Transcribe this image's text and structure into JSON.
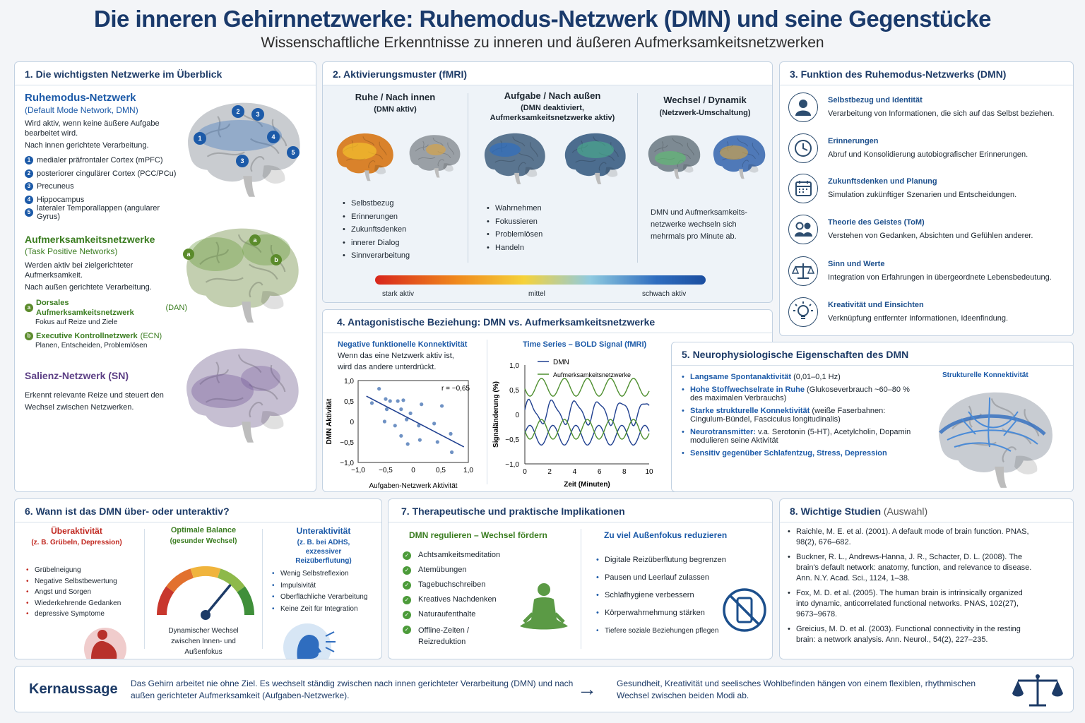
{
  "header": {
    "title": "Die inneren Gehirnnetzwerke: Ruhemodus-Netzwerk (DMN) und seine Gegenstücke",
    "subtitle": "Wissenschaftliche Erkenntnisse zu inneren und äußeren Aufmerksamkeitsnetzwerken"
  },
  "s1": {
    "heading": "1. Die wichtigsten Netzwerke im Überblick",
    "dmn": {
      "title": "Ruhemodus-Netzwerk",
      "subtitle": "(Default Mode Network, DMN)",
      "desc1": "Wird aktiv, wenn keine äußere Aufgabe bearbeitet wird.",
      "desc2": "Nach innen gerichtete Verarbeitung.",
      "items": [
        {
          "n": "1",
          "label": "medialer präfrontaler Cortex (mPFC)"
        },
        {
          "n": "2",
          "label": "posteriorer cingulärer Cortex (PCC/PCu)"
        },
        {
          "n": "3",
          "label": "Precuneus"
        },
        {
          "n": "4",
          "label": "Hippocampus"
        },
        {
          "n": "5",
          "label": "lateraler Temporallappen (angularer Gyrus)"
        }
      ]
    },
    "tpn": {
      "title": "Aufmerksamkeitsnetzwerke",
      "subtitle": "(Task Positive Networks)",
      "desc1": "Werden aktiv bei zielgerichteter Aufmerksamkeit.",
      "desc2": "Nach außen gerichtete Verarbeitung.",
      "a_label": "Dorsales Aufmerksamkeitsnetzwerk",
      "a_abbr": "(DAN)",
      "a_sub": "Fokus auf Reize und Ziele",
      "b_label": "Executive Kontrollnetzwerk",
      "b_abbr": "(ECN)",
      "b_sub": "Planen, Entscheiden, Problemlösen"
    },
    "sn": {
      "title": "Salienz-Netzwerk (SN)",
      "desc": "Erkennt relevante Reize und steuert den Wechsel zwischen Netzwerken."
    }
  },
  "s2": {
    "heading": "2. Aktivierungsmuster (fMRI)",
    "cols": [
      {
        "title": "Ruhe / Nach innen",
        "sub": "(DMN aktiv)",
        "items": [
          "Selbstbezug",
          "Erinnerungen",
          "Zukunftsdenken",
          "innerer Dialog",
          "Sinnverarbeitung"
        ]
      },
      {
        "title": "Aufgabe / Nach außen",
        "sub": "(DMN deaktiviert,",
        "sub2": "Aufmerksamkeitsnetzwerke aktiv)",
        "items": [
          "Wahrnehmen",
          "Fokussieren",
          "Problemlösen",
          "Handeln"
        ]
      },
      {
        "title": "Wechsel / Dynamik",
        "sub": "(Netzwerk-Umschaltung)",
        "text": "DMN und Aufmerksamkeits-netzwerke wechseln sich mehrmals pro Minute ab."
      }
    ],
    "legend": {
      "high": "stark aktiv",
      "mid": "mittel",
      "low": "schwach aktiv"
    }
  },
  "s3": {
    "heading": "3. Funktion des Ruhemodus-Netzwerks (DMN)",
    "items": [
      {
        "icon": "person-icon",
        "title": "Selbstbezug und Identität",
        "text": "Verarbeitung von Informationen, die sich auf das Selbst beziehen."
      },
      {
        "icon": "clock-icon",
        "title": "Erinnerungen",
        "text": "Abruf und Konsolidierung autobiografischer Erinnerungen."
      },
      {
        "icon": "calendar-icon",
        "title": "Zukunftsdenken und Planung",
        "text": "Simulation zukünftiger Szenarien und Entscheidungen."
      },
      {
        "icon": "people-icon",
        "title": "Theorie des Geistes (ToM)",
        "text": "Verstehen von Gedanken, Absichten und Gefühlen anderer."
      },
      {
        "icon": "scales-icon",
        "title": "Sinn und Werte",
        "text": "Integration von Erfahrungen in übergeordnete Lebensbedeutung."
      },
      {
        "icon": "lightbulb-icon",
        "title": "Kreativität und Einsichten",
        "text": "Verknüpfung entfernter Informationen, Ideenfindung."
      }
    ]
  },
  "s4": {
    "heading": "4. Antagonistische Beziehung: DMN vs. Aufmerksamkeitsnetzwerke",
    "scatter_title": "Negative funktionelle Konnektivität",
    "scatter_desc1": "Wenn das eine Netzwerk aktiv ist,",
    "scatter_desc2": "wird das andere unterdrückt.",
    "ts_title": "Time Series – BOLD Signal (fMRI)"
  },
  "chart_data": [
    {
      "type": "scatter",
      "title": "",
      "annotation": "r = −0,65",
      "xlabel": "Aufgaben-Netzwerk Aktivität",
      "ylabel": "DMN Aktivität",
      "xlim": [
        -1,
        1
      ],
      "ylim": [
        -1,
        1
      ],
      "xticks": [
        "−1,0",
        "−0,5",
        "0",
        "0,5",
        "1,0"
      ],
      "yticks": [
        "1,0",
        "0,5",
        "0",
        "−0,5",
        "−1,0"
      ],
      "points": [
        [
          -0.62,
          0.8
        ],
        [
          -0.75,
          0.45
        ],
        [
          -0.5,
          0.55
        ],
        [
          -0.42,
          0.5
        ],
        [
          -0.28,
          0.5
        ],
        [
          -0.18,
          0.52
        ],
        [
          -0.48,
          0.3
        ],
        [
          -0.22,
          0.3
        ],
        [
          -0.05,
          0.2
        ],
        [
          0.15,
          0.42
        ],
        [
          0.52,
          0.38
        ],
        [
          -0.52,
          0.0
        ],
        [
          -0.33,
          -0.1
        ],
        [
          -0.12,
          0.05
        ],
        [
          0.1,
          -0.1
        ],
        [
          0.38,
          -0.05
        ],
        [
          -0.22,
          -0.35
        ],
        [
          0.12,
          -0.45
        ],
        [
          0.44,
          -0.5
        ],
        [
          -0.1,
          -0.55
        ],
        [
          0.68,
          -0.3
        ],
        [
          0.7,
          -0.75
        ]
      ],
      "trend": [
        [
          -0.85,
          0.62
        ],
        [
          0.92,
          -0.62
        ]
      ]
    },
    {
      "type": "line",
      "title": "Time Series – BOLD Signal (fMRI)",
      "xlabel": "Zeit (Minuten)",
      "ylabel": "Signaländerung (%)",
      "xlim": [
        0,
        10
      ],
      "ylim": [
        -1,
        1
      ],
      "xticks": [
        "0",
        "2",
        "4",
        "6",
        "8",
        "10"
      ],
      "yticks": [
        "1,0",
        "0,5",
        "0",
        "−0,5",
        "−1,0"
      ],
      "legend": "top-left",
      "series": [
        {
          "name": "DMN",
          "color": "#1f3f8f"
        },
        {
          "name": "Aufmerksamkeitsnetzwerke",
          "color": "#4e8f2f"
        }
      ]
    }
  ],
  "s5": {
    "heading": "5. Neurophysiologische Eigenschaften des DMN",
    "items": [
      {
        "b": "Langsame Spontanaktivität",
        "t": " (0,01–0,1 Hz)"
      },
      {
        "b": "Hohe Stoffwechselrate in Ruhe",
        "t": " (Glukoseverbrauch ~60–80 % des maximalen Verbrauchs)"
      },
      {
        "b": "Starke strukturelle Konnektivität",
        "t": " (weiße Faserbahnen: Cingulum-Bündel, Fasciculus longitudinalis)"
      },
      {
        "b": "Neurotransmitter:",
        "t": " v.a. Serotonin (5-HT), Acetylcholin, Dopamin modulieren seine Aktivität"
      },
      {
        "b": "Sensitiv gegenüber Schlafentzug, Stress, Depression",
        "t": ""
      }
    ],
    "brain_label": "Strukturelle Konnektivität"
  },
  "s6": {
    "heading": "6. Wann ist das DMN über- oder unteraktiv?",
    "over": {
      "title": "Überaktivität",
      "sub": "(z. B. Grübeln, Depression)",
      "items": [
        "Grübelneigung",
        "Negative Selbstbewertung",
        "Angst und Sorgen",
        "Wiederkehrende Gedanken",
        "depressive Symptome"
      ]
    },
    "balance": {
      "title": "Optimale Balance",
      "sub": "(gesunder Wechsel)",
      "caption": "Dynamischer Wechsel zwischen Innen- und Außenfokus",
      "needle": 0.72
    },
    "under": {
      "title": "Unteraktivität",
      "sub": "(z. B. bei ADHS, exzessiver Reizüberflutung)",
      "items": [
        "Wenig Selbstreflexion",
        "Impulsivität",
        "Oberflächliche Verarbeitung",
        "Keine Zeit für Integration"
      ]
    }
  },
  "s7": {
    "heading": "7. Therapeutische und praktische Implikationen",
    "left_title": "DMN regulieren – Wechsel fördern",
    "left_items": [
      "Achtsamkeitsmeditation",
      "Atemübungen",
      "Tagebuchschreiben",
      "Kreatives Nachdenken",
      "Naturaufenthalte",
      "Offline-Zeiten / Reizreduktion"
    ],
    "right_title": "Zu viel Außenfokus reduzieren",
    "right_items": [
      "Digitale Reizüberflutung begrenzen",
      "Pausen und Leerlauf zulassen",
      "Schlafhygiene verbessern",
      "Körperwahrnehmung stärken",
      "Tiefere soziale Beziehungen pflegen"
    ]
  },
  "s8": {
    "heading": "8. Wichtige Studien",
    "heading_note": "(Auswahl)",
    "refs": [
      "Raichle, M. E. et al. (2001). A default mode of brain function. PNAS, 98(2), 676–682.",
      "Buckner, R. L., Andrews-Hanna, J. R., Schacter, D. L. (2008). The brain's default network: anatomy, function, and relevance to disease. Ann. N.Y. Acad. Sci., 1124, 1–38.",
      "Fox, M. D. et al. (2005). The human brain is intrinsically organized into dynamic, anticorrelated functional networks. PNAS, 102(27), 9673–9678.",
      "Greicius, M. D. et al. (2003). Functional connectivity in the resting brain: a network analysis. Ann. Neurol., 54(2), 227–235."
    ]
  },
  "footer": {
    "label": "Kernaussage",
    "text1": "Das Gehirn arbeitet nie ohne Ziel. Es wechselt ständig zwischen nach innen gerichteter Verarbeitung (DMN) und nach außen gerichteter Aufmerksamkeit (Aufgaben-Netzwerke).",
    "text2": "Gesundheit, Kreativität und seelisches Wohlbefinden hängen von einem flexiblen, rhythmischen Wechsel zwischen beiden Modi ab."
  }
}
